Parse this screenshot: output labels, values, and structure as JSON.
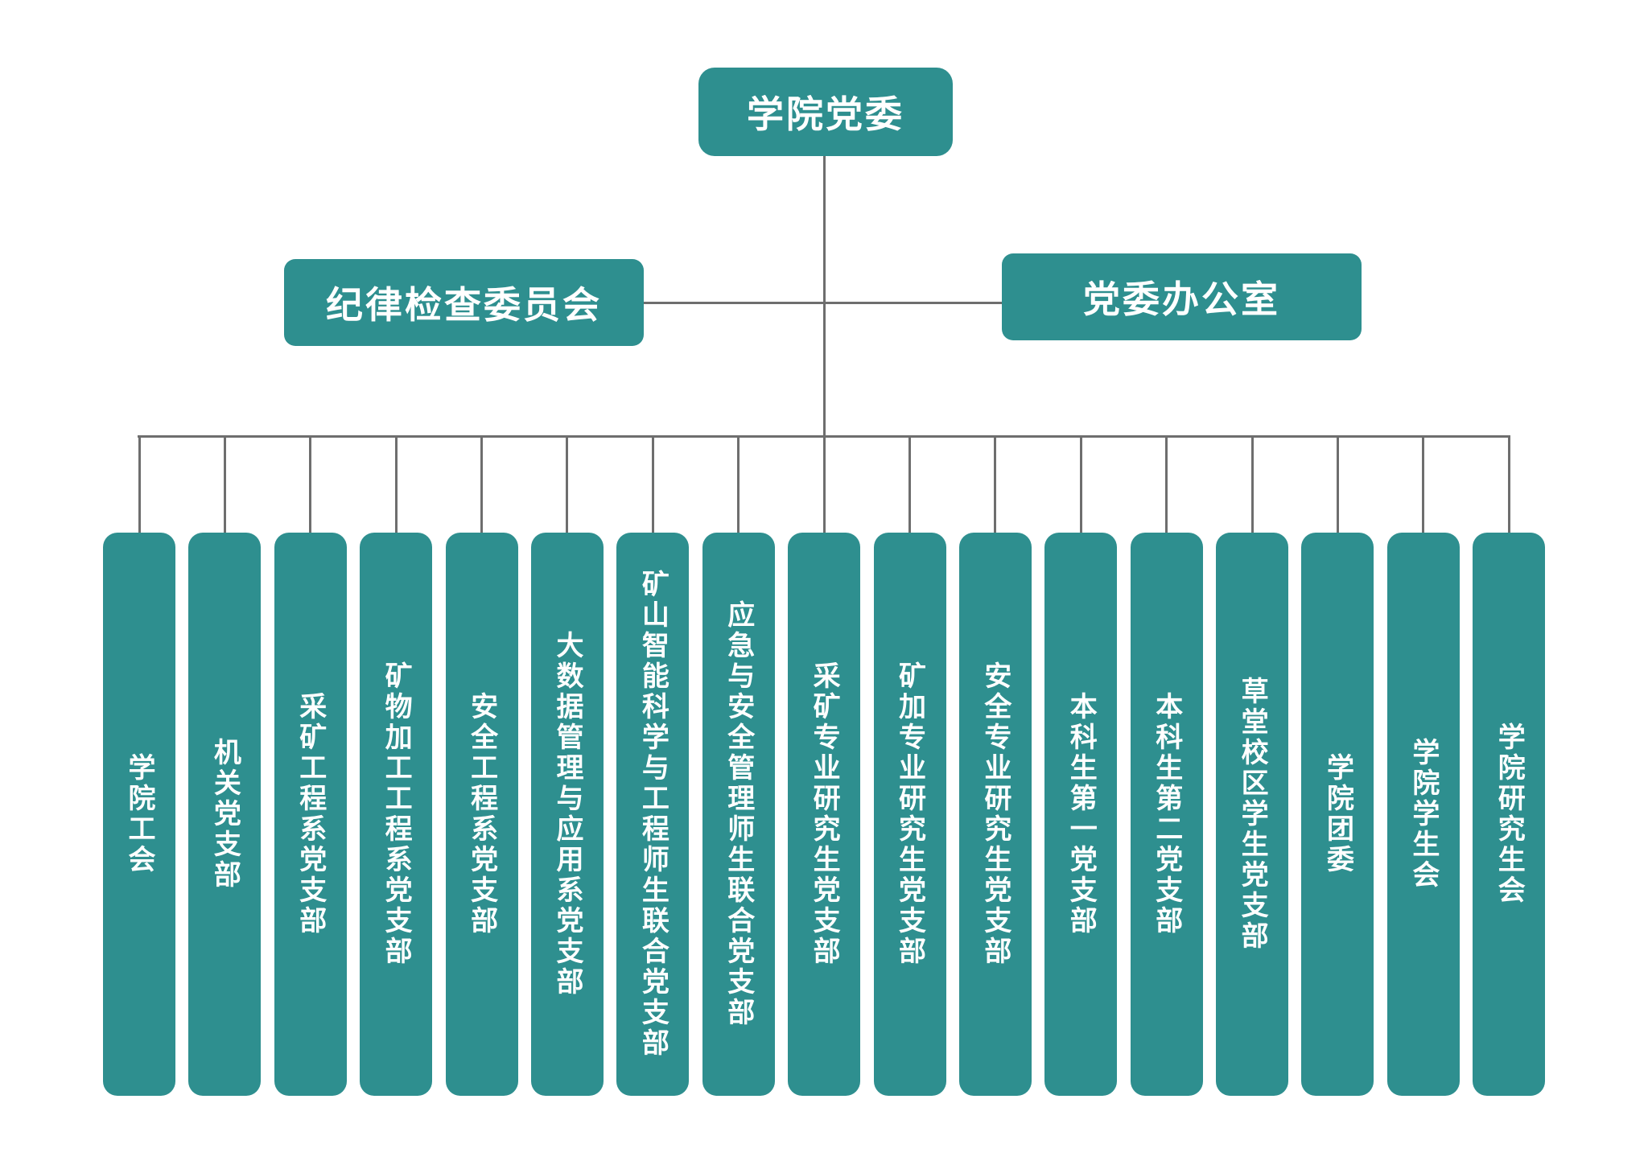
{
  "org": {
    "root": {
      "label": "学院党委"
    },
    "committee": {
      "label": "纪律检查委员会"
    },
    "office": {
      "label": "党委办公室"
    },
    "branches": [
      {
        "label": "学院工会"
      },
      {
        "label": "机关党支部"
      },
      {
        "label": "采矿工程系党支部"
      },
      {
        "label": "矿物加工工程系党支部"
      },
      {
        "label": "安全工程系党支部"
      },
      {
        "label": "大数据管理与应用系党支部"
      },
      {
        "label": "矿山智能科学与工程师生联合党支部"
      },
      {
        "label": "应急与安全管理师生联合党支部"
      },
      {
        "label": "采矿专业研究生党支部"
      },
      {
        "label": "矿加专业研究生党支部"
      },
      {
        "label": "安全专业研究生党支部"
      },
      {
        "label": "本科生第一党支部"
      },
      {
        "label": "本科生第二党支部"
      },
      {
        "label": "草堂校区学生党支部"
      },
      {
        "label": "学院团委"
      },
      {
        "label": "学院学生会"
      },
      {
        "label": "学院研究生会"
      }
    ],
    "colors": {
      "box": "#2E8F8F",
      "line": "#6E6E6E",
      "text": "#FFFFFF",
      "background": "#FFFFFF"
    }
  }
}
